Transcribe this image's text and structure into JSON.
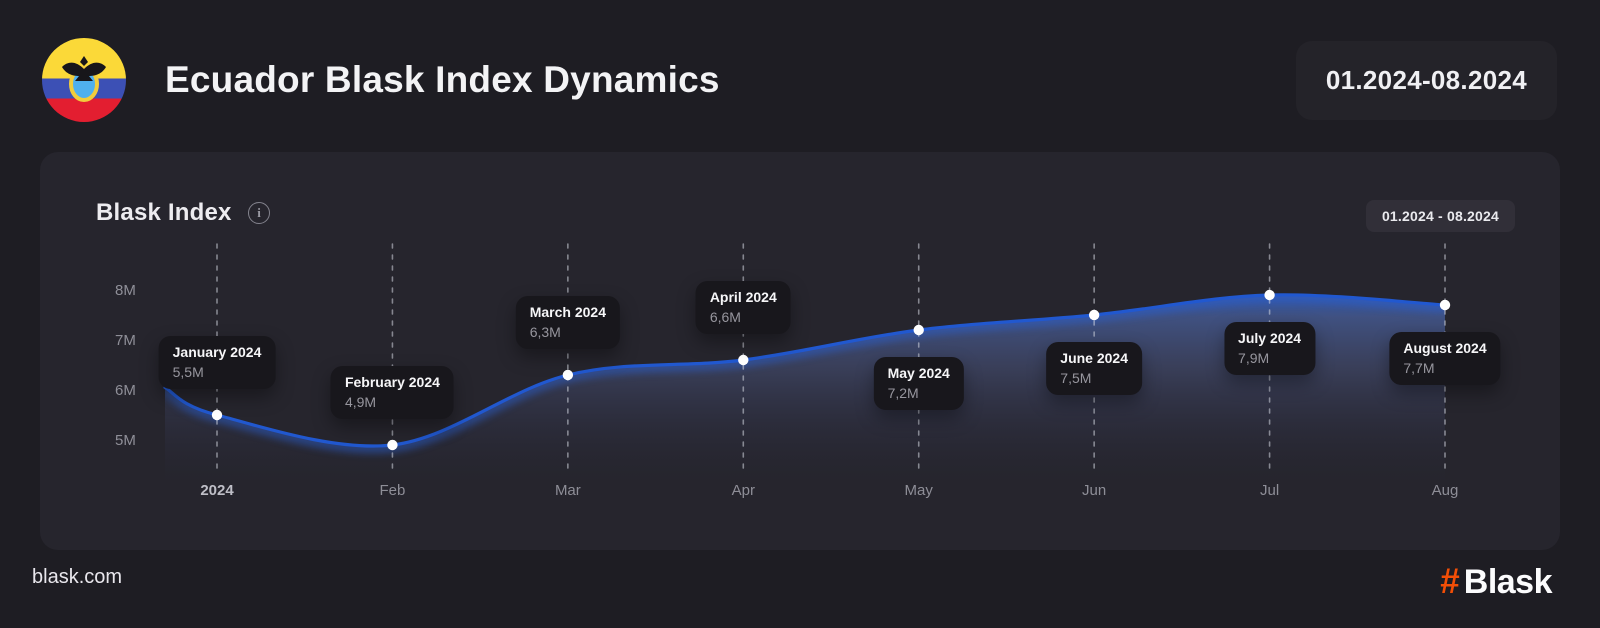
{
  "header": {
    "title": "Ecuador Blask Index Dynamics",
    "date_range": "01.2024-08.2024",
    "flag": "ecuador-flag"
  },
  "panel": {
    "heading": "Blask Index",
    "badge": "01.2024 - 08.2024"
  },
  "footer": {
    "site": "blask.com",
    "brand_hash": "#",
    "brand": "Blask"
  },
  "colors": {
    "page_bg": "#1e1d23",
    "panel_bg": "#26252d",
    "line_blue": "#2158cf",
    "area_top": "#2b5fcd",
    "dot": "#ffffff",
    "tooltip_bg": "#18171c",
    "brand_orange": "#f24e06",
    "flag_yellow": "#fbd938",
    "flag_blue": "#3c50b5",
    "flag_red": "#e31e30"
  },
  "chart_data": {
    "type": "area",
    "title": "Blask Index",
    "categories": [
      "Jan",
      "Feb",
      "Mar",
      "Apr",
      "May",
      "Jun",
      "Jul",
      "Aug"
    ],
    "x_tick_labels": [
      "2024",
      "Feb",
      "Mar",
      "Apr",
      "May",
      "Jun",
      "Jul",
      "Aug"
    ],
    "series": [
      {
        "name": "Blask Index",
        "values": [
          5.5,
          4.9,
          6.3,
          6.6,
          7.2,
          7.5,
          7.9,
          7.7
        ]
      }
    ],
    "unit": "M",
    "y_ticks": [
      8,
      7,
      6,
      5
    ],
    "y_tick_labels": [
      "8M",
      "7M",
      "6M",
      "5M"
    ],
    "ylim": [
      4.2,
      8.6
    ],
    "left_edge_value": 6.05,
    "grid": "dashed-vertical-per-month",
    "legend": "none",
    "tooltips": [
      {
        "title": "January 2024",
        "value": "5,5M",
        "placement": "above"
      },
      {
        "title": "February 2024",
        "value": "4,9M",
        "placement": "above"
      },
      {
        "title": "March 2024",
        "value": "6,3M",
        "placement": "above"
      },
      {
        "title": "April 2024",
        "value": "6,6M",
        "placement": "above"
      },
      {
        "title": "May 2024",
        "value": "7,2M",
        "placement": "below"
      },
      {
        "title": "June 2024",
        "value": "7,5M",
        "placement": "below"
      },
      {
        "title": "July 2024",
        "value": "7,9M",
        "placement": "below"
      },
      {
        "title": "August 2024",
        "value": "7,7M",
        "placement": "below"
      }
    ]
  }
}
